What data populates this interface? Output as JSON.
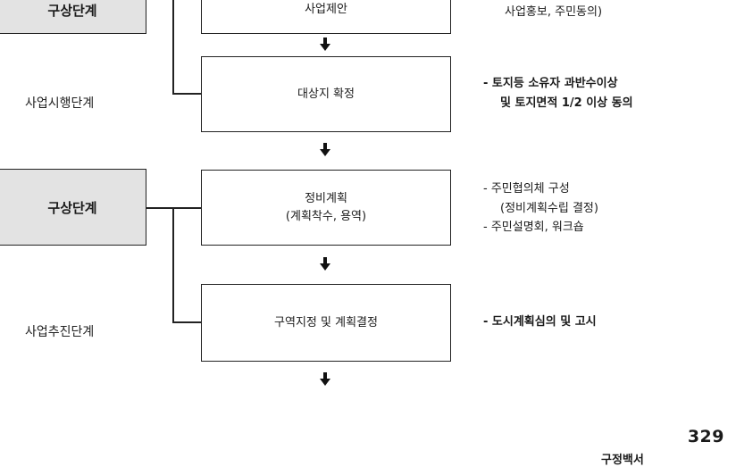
{
  "stages": {
    "top": "구상단계",
    "mid_label": "사업시행단계",
    "concept": "구상단계",
    "bottom_label": "사업추진단계"
  },
  "boxes": {
    "top": "사업제안",
    "confirm": "대상지 확정",
    "plan_line1": "정비계획",
    "plan_line2": "(계획착수, 용역)",
    "designation": "구역지정 및 계획결정"
  },
  "notes": {
    "top_line": "사업홍보, 주민동의)",
    "confirm_line1": "- 토지등 소유자 과반수이상",
    "confirm_line2": "및 토지면적 1/2 이상 동의",
    "plan_line1": "- 주민협의체 구성",
    "plan_line2": "(정비계획수립 결정)",
    "plan_line3": "- 주민설명회, 워크숍",
    "designation_line": "- 도시계획심의 및 고시"
  },
  "page": {
    "number": "329",
    "footer": "구정백서"
  },
  "colors": {
    "stage_fill": "#e3e3e3",
    "line": "#222222"
  }
}
